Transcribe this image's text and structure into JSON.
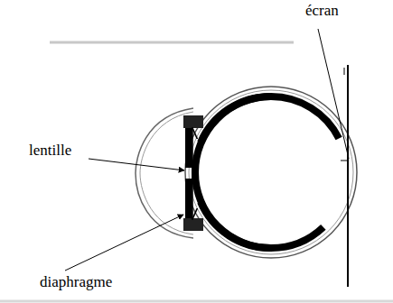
{
  "diagram": {
    "labels": [
      "écran",
      "lentille",
      "diaphragme"
    ]
  }
}
